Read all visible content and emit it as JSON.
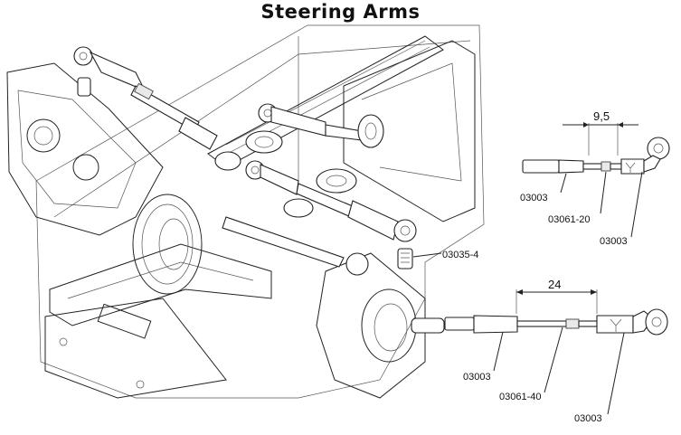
{
  "title": "Steering Arms",
  "callouts": {
    "main_assembly_part": "03035-4"
  },
  "short_link": {
    "dimension": "9,5",
    "left_end": "03003",
    "rod": "03061-20",
    "right_end": "03003"
  },
  "long_link": {
    "dimension": "24",
    "left_end": "03003",
    "rod": "03061-40",
    "right_end": "03003"
  }
}
